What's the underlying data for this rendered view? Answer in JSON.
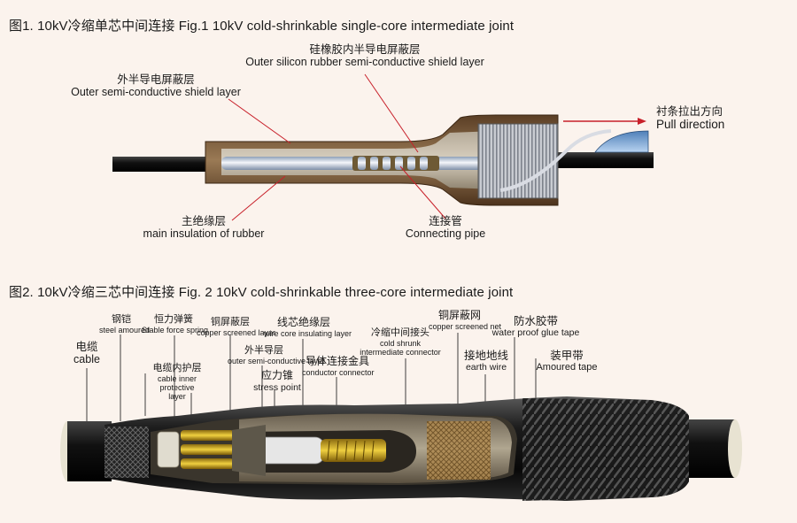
{
  "fig1": {
    "title": "图1. 10kV冷缩单芯中间连接  Fig.1   10kV cold-shrinkable single-core intermediate joint",
    "labels": {
      "outer_silicon": {
        "zh": "硅橡胶内半导电屏蔽层",
        "en": "Outer silicon rubber semi-conductive shield layer"
      },
      "outer_semi": {
        "zh": "外半导电屏蔽层",
        "en": "Outer semi-conductive shield layer"
      },
      "pull": {
        "zh": "衬条拉出方向",
        "en": "Pull direction"
      },
      "main_insulation": {
        "zh": "主绝缘层",
        "en": "main insulation of  rubber"
      },
      "connecting_pipe": {
        "zh": "连接管",
        "en": "Connecting pipe"
      }
    }
  },
  "fig2": {
    "title": "图2. 10kV冷缩三芯中间连接  Fig. 2   10kV cold-shrinkable three-core intermediate joint",
    "labels": {
      "cable": {
        "zh": "电缆",
        "en": "cable"
      },
      "steel": {
        "zh": "钢铠",
        "en": "steel amoured"
      },
      "stable_spring": {
        "zh": "恒力弹簧",
        "en": "Stable force spring"
      },
      "inner_protective": {
        "zh": "电缆内护层",
        "en": "cable inner protective layer"
      },
      "copper_screened_layer": {
        "zh": "铜屏蔽层",
        "en": "copper screened layer"
      },
      "outer_semi_layer": {
        "zh": "外半导层",
        "en": "outer semi-conductive layer"
      },
      "stress_point": {
        "zh": "应力锥",
        "en": "stress point"
      },
      "wire_core": {
        "zh": "线芯绝缘层",
        "en": "wire core insulating layer"
      },
      "conductor_connector": {
        "zh": "导体连接金具",
        "en": "conductor connector"
      },
      "cold_shrunk": {
        "zh": "冷缩中间接头",
        "en": "cold shrunk intermediate connector"
      },
      "copper_net": {
        "zh": "铜屏蔽网",
        "en": "copper screened net"
      },
      "earth_wire": {
        "zh": "接地地线",
        "en": "earth wire"
      },
      "waterproof": {
        "zh": "防水胶带",
        "en": "water proof glue tape"
      },
      "armoured_tape": {
        "zh": "装甲带",
        "en": "Amoured tape"
      }
    }
  },
  "colors": {
    "background": "#fbf3ed",
    "leader": "#c8202a",
    "brown": "#7a5a3c"
  }
}
